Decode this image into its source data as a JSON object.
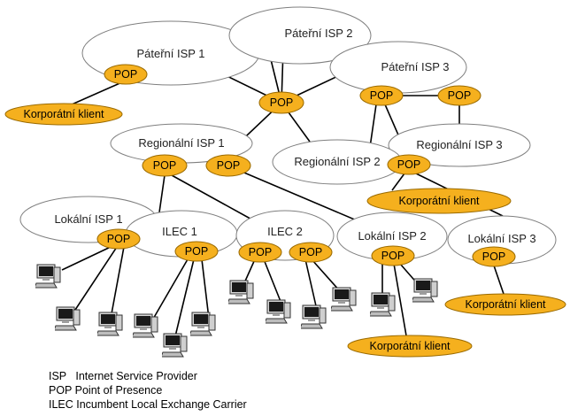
{
  "nodes": {
    "backbone1": "Páteřní ISP 1",
    "backbone2": "Páteřní ISP 2",
    "backbone3": "Páteřní ISP 3",
    "regional1": "Regionální ISP 1",
    "regional2": "Regionální ISP 2",
    "regional3": "Regionální ISP 3",
    "local1": "Lokální ISP 1",
    "local2": "Lokální ISP 2",
    "local3": "Lokální ISP 3",
    "ilec1": "ILEC 1",
    "ilec2": "ILEC 2"
  },
  "pop_label": "POP",
  "client_label": "Korporátní klient",
  "legend": [
    "ISP   Internet Service Provider",
    "POP Point of Presence",
    "ILEC Incumbent Local Exchange Carrier"
  ],
  "colors": {
    "pop_fill": "#f5b01e",
    "ellipse_stroke": "#7f7f7f"
  },
  "icons": {
    "computer": "computer-icon"
  }
}
